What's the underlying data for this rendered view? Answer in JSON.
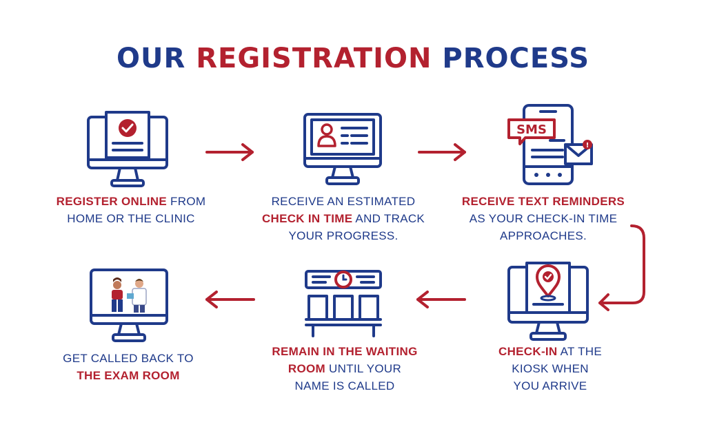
{
  "title": {
    "part1": "OUR",
    "part2": "REGISTRATION",
    "part3": "PROCESS"
  },
  "colors": {
    "navy": "#1f3a8a",
    "red": "#b3212f"
  },
  "steps": [
    {
      "icon": "monitor-checklist-icon",
      "hl": "REGISTER ONLINE",
      "after": " FROM",
      "line2": "HOME OR THE CLINIC"
    },
    {
      "icon": "monitor-profile-icon",
      "line1": "RECEIVE AN ESTIMATED",
      "hl": "CHECK IN TIME",
      "after": " AND TRACK",
      "line3": "YOUR PROGRESS."
    },
    {
      "icon": "phone-sms-icon",
      "sms": "SMS",
      "badge": "!",
      "hl": "RECEIVE TEXT REMINDERS",
      "line2": "AS YOUR CHECK-IN TIME",
      "line3": "APPROACHES."
    },
    {
      "icon": "kiosk-location-icon",
      "hl": "CHECK-IN",
      "after": " AT THE",
      "line2": "KIOSK WHEN",
      "line3": "YOU ARRIVE"
    },
    {
      "icon": "waiting-room-icon",
      "hl": "REMAIN IN THE WAITING",
      "hl2": "ROOM",
      "after": " UNTIL YOUR",
      "line3": "NAME IS CALLED"
    },
    {
      "icon": "monitor-doctor-icon",
      "line1": "GET CALLED BACK TO",
      "hl": "THE EXAM ROOM"
    }
  ]
}
